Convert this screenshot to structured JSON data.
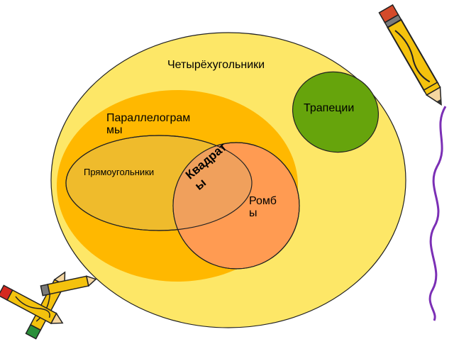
{
  "diagram": {
    "sets": {
      "quadrilaterals": "Четырёхугольники",
      "trapezoids": "Трапеции",
      "parallelograms": "Параллелограммы",
      "rectangles": "Прямоугольники",
      "rhombuses": "Ромбы",
      "squares": "Квадраты"
    },
    "colors": {
      "quadrilaterals_fill": "#fde767",
      "parallelograms_fill": "#ffb800",
      "rectangles_fill": "#efbb2c",
      "rhombuses_fill": "#ff9b52",
      "squares_fill": "#f0a05c",
      "trapezoids_fill": "#66a40c",
      "outline": "#222222"
    },
    "decorations": [
      "pencil-icon",
      "crossed-pencils-icon"
    ]
  }
}
